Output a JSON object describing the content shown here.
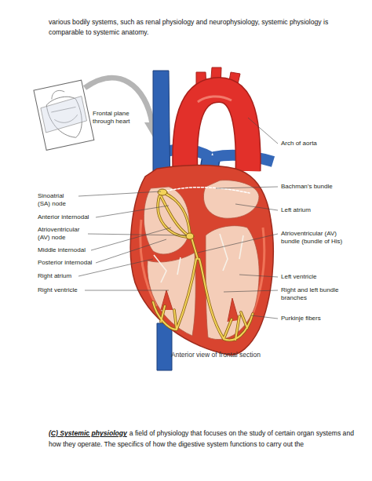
{
  "diagram": {
    "caption": "Anterior view of frontal section",
    "labels": [
      "various bodily systems, such as renal physiology and neurophysiology, systemic physiology is comparable to systemic anatomy.",
      "Frontal plane through heart",
      "Arch of aorta",
      "Sinoatrial (SA) node",
      "Bachman’s bundle",
      "Anterior internodal",
      "Left atrium",
      "Atrioventricular (AV) node",
      "Middle internodal",
      "Posterior internodal",
      "Atrioventricular (AV) bundle (bundle of His)",
      "Right atrium",
      "Left ventricle",
      "Right ventricle",
      "Right and left bundle branches",
      "Purkinje fibers",
      "(C) Systemic physiology",
      "a field of physiology that focuses on the study of certain organ systems and how they operate. The specifics of how the digestive system functions to carry out the"
    ]
  }
}
